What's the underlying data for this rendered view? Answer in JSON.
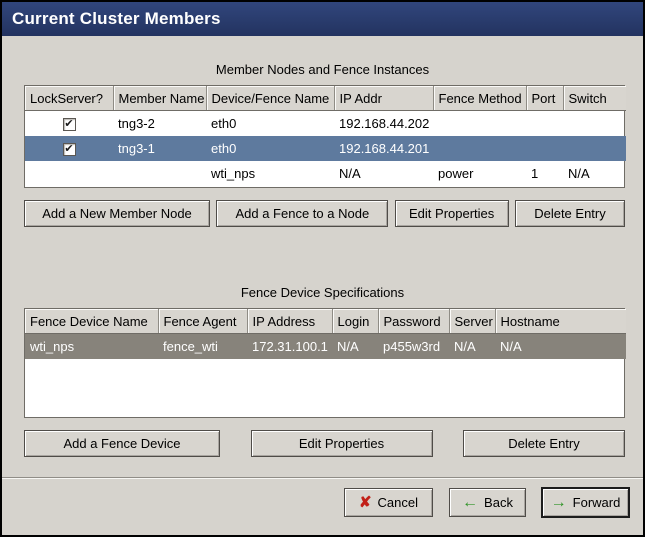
{
  "window": {
    "title": "Current Cluster Members"
  },
  "glyphs": {
    "check": "✔",
    "cancel": "✘",
    "back": "←",
    "forward": "→"
  },
  "members": {
    "title": "Member Nodes and Fence Instances",
    "columns": [
      "LockServer?",
      "Member Name",
      "Device/Fence Name",
      "IP Addr",
      "Fence Method",
      "Port",
      "Switch"
    ],
    "rows": [
      {
        "checked": true,
        "selected": false,
        "cells": [
          "tng3-2",
          "eth0",
          "192.168.44.202",
          "",
          "",
          ""
        ]
      },
      {
        "checked": true,
        "selected": true,
        "cells": [
          "tng3-1",
          "eth0",
          "192.168.44.201",
          "",
          "",
          ""
        ]
      },
      {
        "checked": false,
        "selected": false,
        "cells": [
          "",
          "wti_nps",
          "N/A",
          "power",
          "1",
          "N/A"
        ]
      }
    ],
    "buttons": [
      "Add a New Member Node",
      "Add a Fence to a Node",
      "Edit Properties",
      "Delete Entry"
    ]
  },
  "fence": {
    "title": "Fence Device Specifications",
    "columns": [
      "Fence Device Name",
      "Fence Agent",
      "IP Address",
      "Login",
      "Password",
      "Server",
      "Hostname"
    ],
    "rows": [
      {
        "selected": true,
        "cells": [
          "wti_nps",
          "fence_wti",
          "172.31.100.1",
          "N/A",
          "p455w3rd",
          "N/A",
          "N/A"
        ]
      }
    ],
    "buttons": [
      "Add a Fence Device",
      "Edit Properties",
      "Delete Entry"
    ]
  },
  "footer": {
    "cancel": "Cancel",
    "back": "Back",
    "forward": "Forward"
  }
}
